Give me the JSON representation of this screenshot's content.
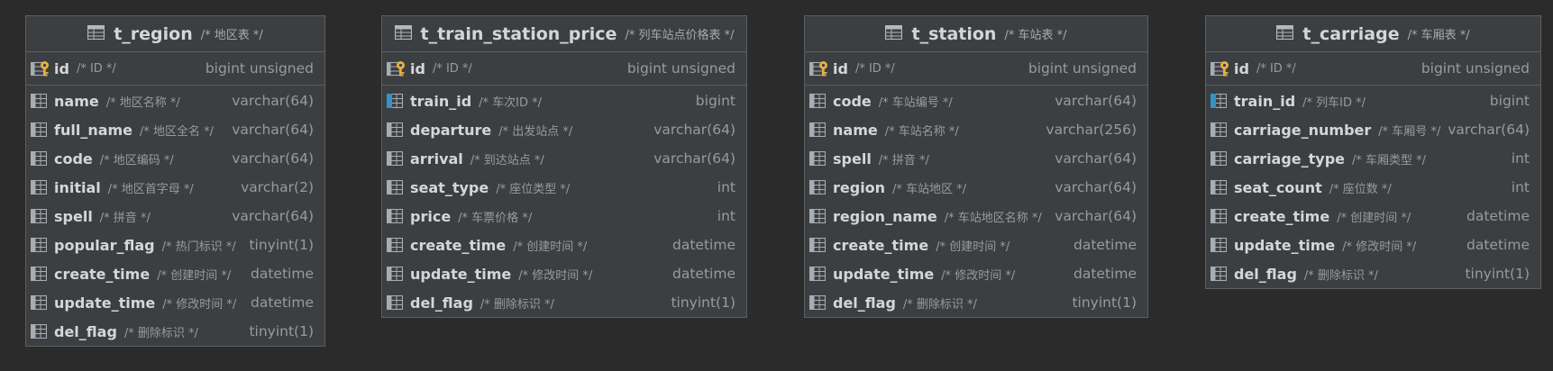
{
  "tables": [
    {
      "name": "t_region",
      "comment": "/* 地区表 */",
      "pk": {
        "name": "id",
        "comment": "/* ID */",
        "type": "bigint unsigned"
      },
      "columns": [
        {
          "name": "name",
          "comment": "/* 地区名称 */",
          "type": "varchar(64)",
          "icon": "column-icon"
        },
        {
          "name": "full_name",
          "comment": "/* 地区全名 */",
          "type": "varchar(64)",
          "icon": "column-icon"
        },
        {
          "name": "code",
          "comment": "/* 地区编码 */",
          "type": "varchar(64)",
          "icon": "column-icon"
        },
        {
          "name": "initial",
          "comment": "/* 地区首字母 */",
          "type": "varchar(2)",
          "icon": "column-icon"
        },
        {
          "name": "spell",
          "comment": "/* 拼音 */",
          "type": "varchar(64)",
          "icon": "column-icon"
        },
        {
          "name": "popular_flag",
          "comment": "/* 热门标识 */",
          "type": "tinyint(1)",
          "icon": "column-icon"
        },
        {
          "name": "create_time",
          "comment": "/* 创建时间 */",
          "type": "datetime",
          "icon": "column-icon"
        },
        {
          "name": "update_time",
          "comment": "/* 修改时间 */",
          "type": "datetime",
          "icon": "column-icon"
        },
        {
          "name": "del_flag",
          "comment": "/* 删除标识 */",
          "type": "tinyint(1)",
          "icon": "column-icon"
        }
      ]
    },
    {
      "name": "t_train_station_price",
      "comment": "/* 列车站点价格表 */",
      "pk": {
        "name": "id",
        "comment": "/* ID */",
        "type": "bigint unsigned"
      },
      "columns": [
        {
          "name": "train_id",
          "comment": "/* 车次ID */",
          "type": "bigint",
          "icon": "foreign-key-column-icon"
        },
        {
          "name": "departure",
          "comment": "/* 出发站点 */",
          "type": "varchar(64)",
          "icon": "column-icon"
        },
        {
          "name": "arrival",
          "comment": "/* 到达站点 */",
          "type": "varchar(64)",
          "icon": "column-icon"
        },
        {
          "name": "seat_type",
          "comment": "/* 座位类型 */",
          "type": "int",
          "icon": "column-icon"
        },
        {
          "name": "price",
          "comment": "/* 车票价格 */",
          "type": "int",
          "icon": "column-icon"
        },
        {
          "name": "create_time",
          "comment": "/* 创建时间 */",
          "type": "datetime",
          "icon": "column-icon"
        },
        {
          "name": "update_time",
          "comment": "/* 修改时间 */",
          "type": "datetime",
          "icon": "column-icon"
        },
        {
          "name": "del_flag",
          "comment": "/* 删除标识 */",
          "type": "tinyint(1)",
          "icon": "column-icon"
        }
      ]
    },
    {
      "name": "t_station",
      "comment": "/* 车站表 */",
      "pk": {
        "name": "id",
        "comment": "/* ID */",
        "type": "bigint unsigned"
      },
      "columns": [
        {
          "name": "code",
          "comment": "/* 车站编号 */",
          "type": "varchar(64)",
          "icon": "column-icon"
        },
        {
          "name": "name",
          "comment": "/* 车站名称 */",
          "type": "varchar(256)",
          "icon": "column-icon"
        },
        {
          "name": "spell",
          "comment": "/* 拼音 */",
          "type": "varchar(64)",
          "icon": "column-icon"
        },
        {
          "name": "region",
          "comment": "/* 车站地区 */",
          "type": "varchar(64)",
          "icon": "column-icon"
        },
        {
          "name": "region_name",
          "comment": "/* 车站地区名称 */",
          "type": "varchar(64)",
          "icon": "column-icon"
        },
        {
          "name": "create_time",
          "comment": "/* 创建时间 */",
          "type": "datetime",
          "icon": "column-icon"
        },
        {
          "name": "update_time",
          "comment": "/* 修改时间 */",
          "type": "datetime",
          "icon": "column-icon"
        },
        {
          "name": "del_flag",
          "comment": "/* 删除标识 */",
          "type": "tinyint(1)",
          "icon": "column-icon"
        }
      ]
    },
    {
      "name": "t_carriage",
      "comment": "/* 车厢表 */",
      "pk": {
        "name": "id",
        "comment": "/* ID */",
        "type": "bigint unsigned"
      },
      "columns": [
        {
          "name": "train_id",
          "comment": "/* 列车ID */",
          "type": "bigint",
          "icon": "foreign-key-column-icon"
        },
        {
          "name": "carriage_number",
          "comment": "/* 车厢号 */",
          "type": "varchar(64)",
          "icon": "column-icon"
        },
        {
          "name": "carriage_type",
          "comment": "/* 车厢类型 */",
          "type": "int",
          "icon": "column-icon"
        },
        {
          "name": "seat_count",
          "comment": "/* 座位数 */",
          "type": "int",
          "icon": "column-icon"
        },
        {
          "name": "create_time",
          "comment": "/* 创建时间 */",
          "type": "datetime",
          "icon": "column-icon"
        },
        {
          "name": "update_time",
          "comment": "/* 修改时间 */",
          "type": "datetime",
          "icon": "column-icon"
        },
        {
          "name": "del_flag",
          "comment": "/* 删除标识 */",
          "type": "tinyint(1)",
          "icon": "column-icon"
        }
      ]
    }
  ],
  "colors": {
    "background": "#2b2b2b",
    "table_bg": "#3c3f41",
    "border": "#5b5f61",
    "name_text": "#d6d6d6",
    "comment_text": "#9a9a9a",
    "key_gold": "#e8b043",
    "fk_blue": "#3592c4"
  }
}
